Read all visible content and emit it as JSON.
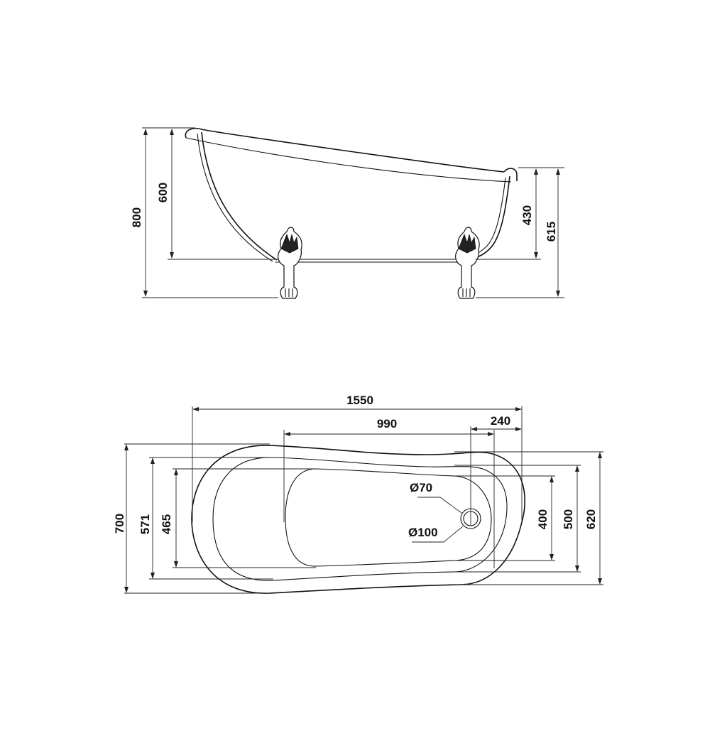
{
  "drawing": {
    "subject": "Clawfoot slipper bathtub technical drawing",
    "side_view": {
      "dimensions": {
        "total_height": "800",
        "head_rim_height": "600",
        "foot_rim_height": "430",
        "foot_end_total_height": "615"
      }
    },
    "plan_view": {
      "dimensions": {
        "overall_length": "1550",
        "inner_basin_length": "990",
        "drain_offset": "240",
        "overall_width_head": "700",
        "rim_width_head": "571",
        "inner_width_head": "465",
        "inner_width_foot": "400",
        "rim_width_foot": "500",
        "overall_width_foot": "620"
      },
      "drain": {
        "inner_diameter": "Ø70",
        "outer_diameter": "Ø100"
      }
    }
  }
}
